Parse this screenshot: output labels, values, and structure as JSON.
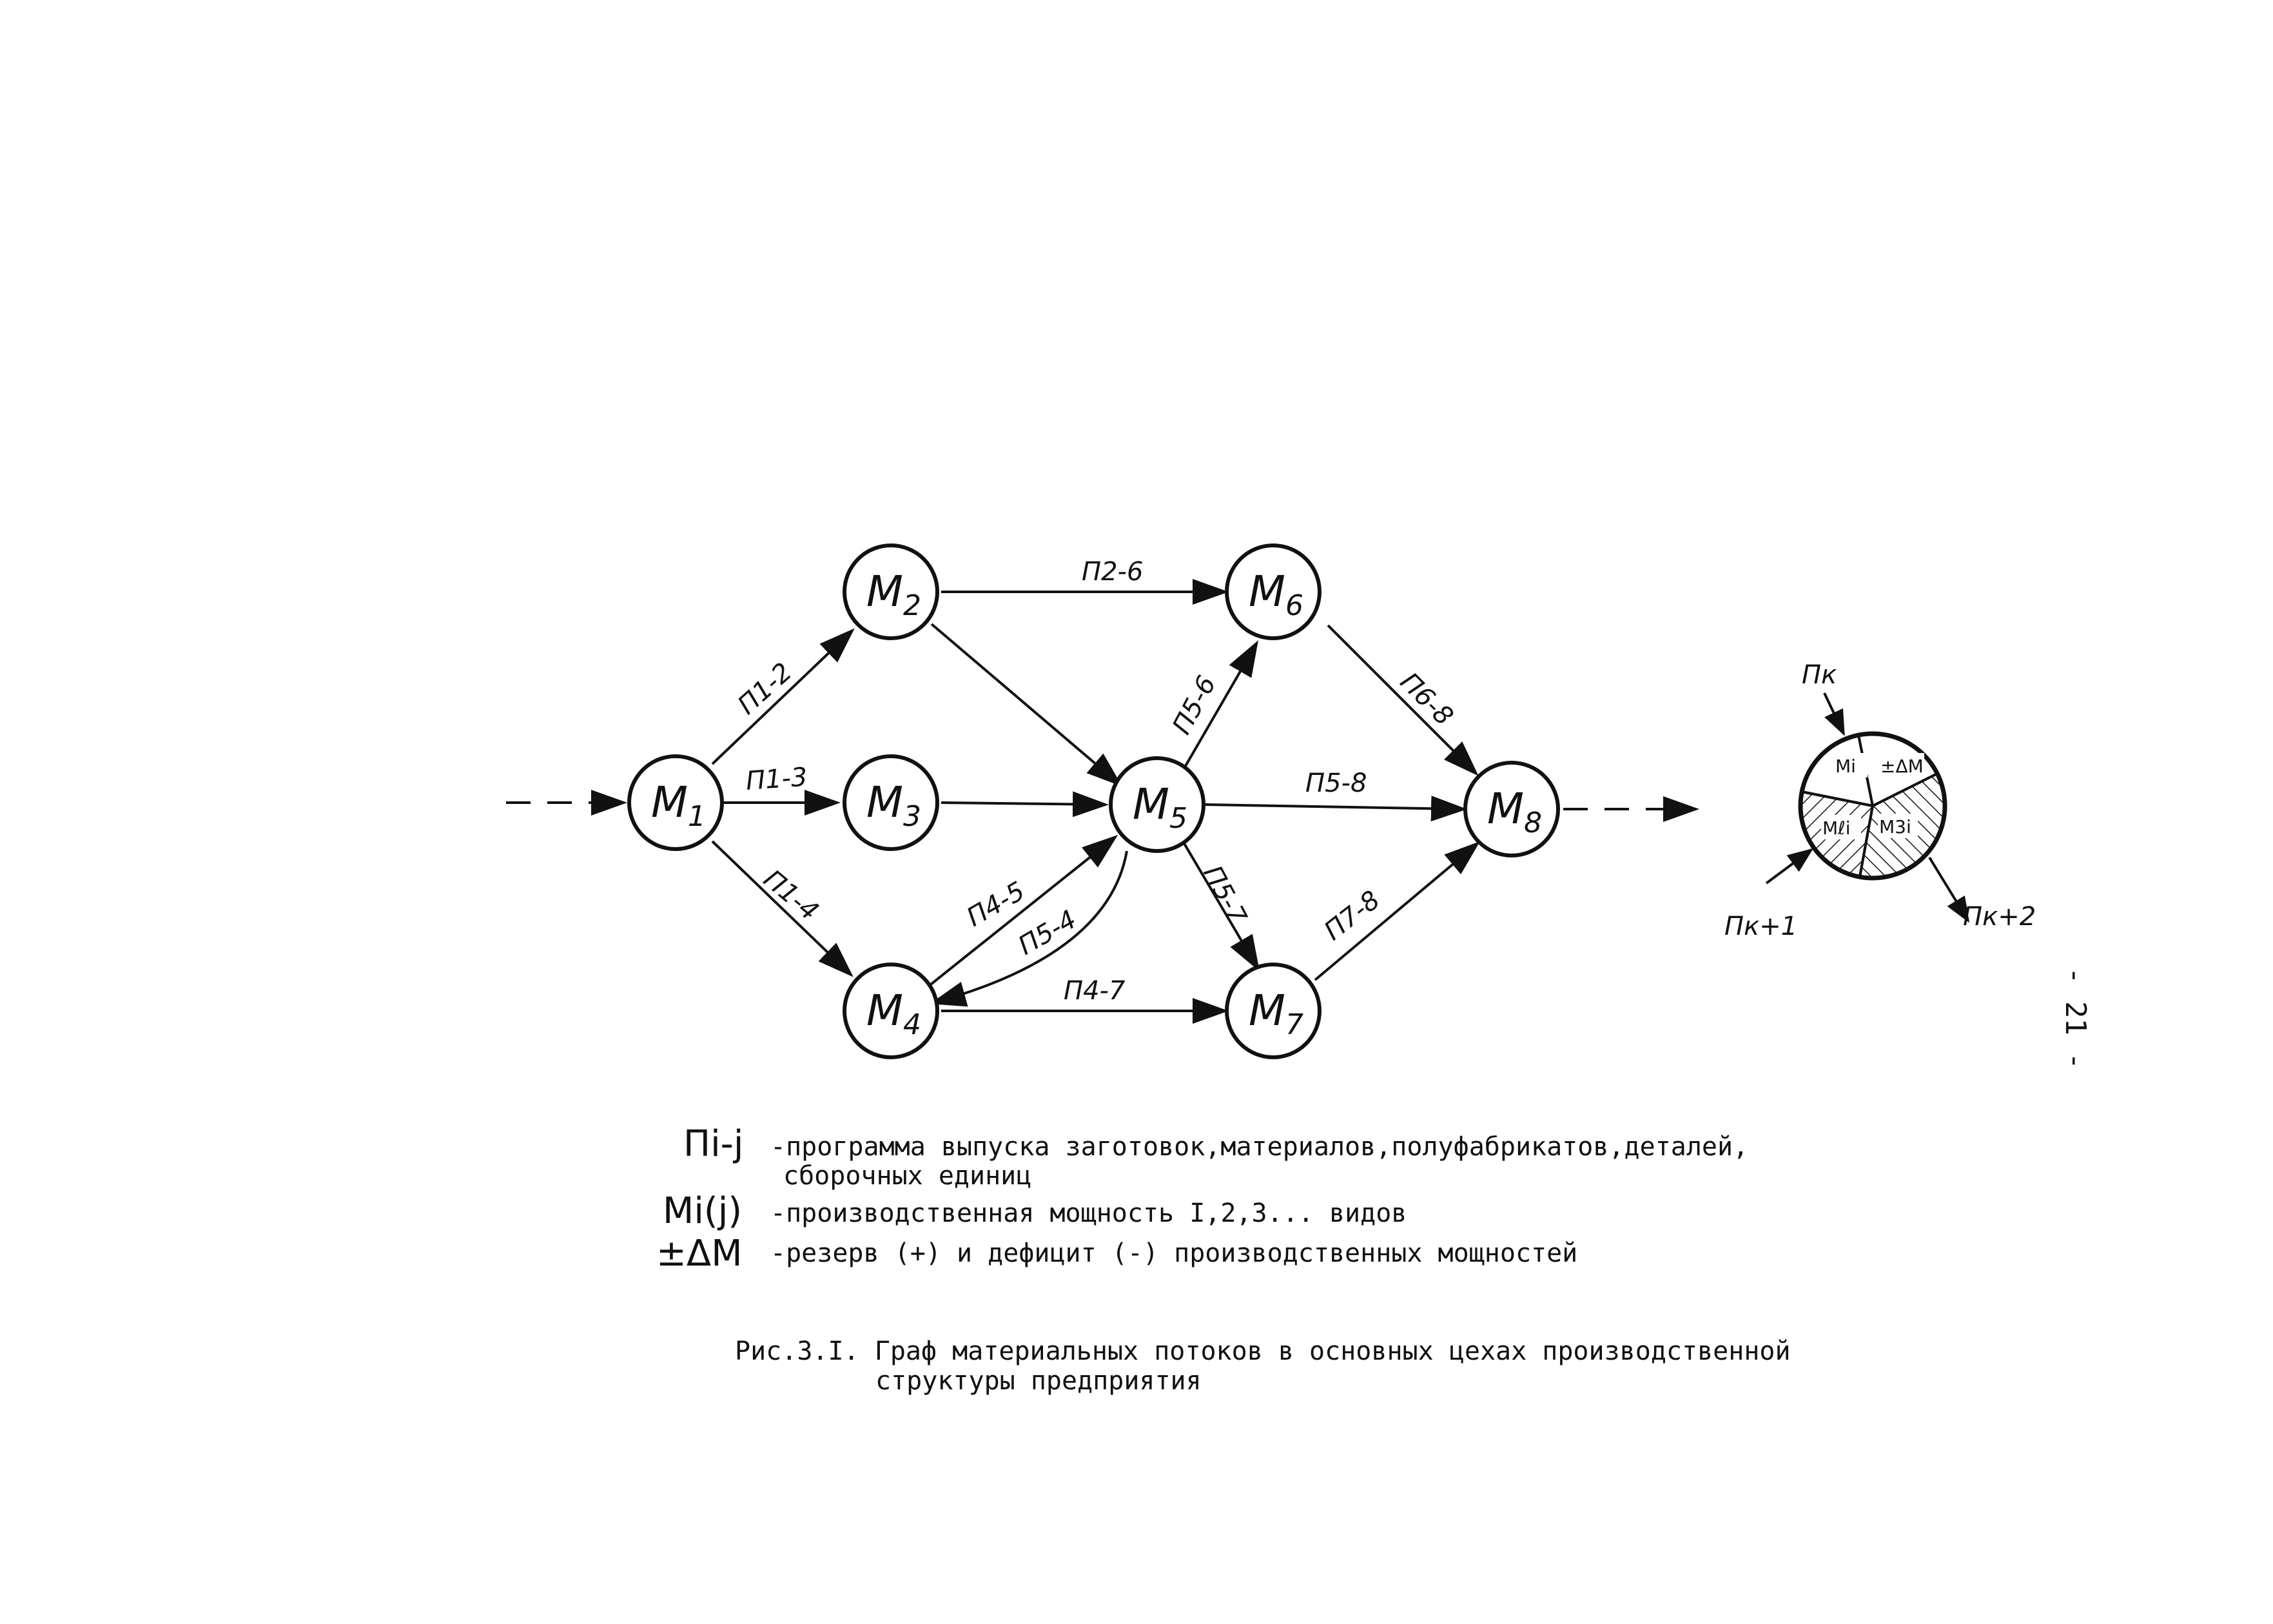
{
  "diagram": {
    "nodes": [
      {
        "id": "m1",
        "label": "M",
        "sub": "1"
      },
      {
        "id": "m2",
        "label": "M",
        "sub": "2"
      },
      {
        "id": "m3",
        "label": "M",
        "sub": "3"
      },
      {
        "id": "m4",
        "label": "M",
        "sub": "4"
      },
      {
        "id": "m5",
        "label": "M",
        "sub": "5"
      },
      {
        "id": "m6",
        "label": "M",
        "sub": "6"
      },
      {
        "id": "m7",
        "label": "M",
        "sub": "7"
      },
      {
        "id": "m8",
        "label": "M",
        "sub": "8"
      }
    ],
    "edges": [
      {
        "from": "m1",
        "to": "m2",
        "label": "П1-2"
      },
      {
        "from": "m1",
        "to": "m3",
        "label": "П1-3"
      },
      {
        "from": "m1",
        "to": "m4",
        "label": "П1-4"
      },
      {
        "from": "m2",
        "to": "m6",
        "label": "П2-6"
      },
      {
        "from": "m2",
        "to": "m5",
        "label": ""
      },
      {
        "from": "m3",
        "to": "m5",
        "label": ""
      },
      {
        "from": "m4",
        "to": "m5",
        "label": "П4-5"
      },
      {
        "from": "m5",
        "to": "m4",
        "label": "П5-4"
      },
      {
        "from": "m4",
        "to": "m7",
        "label": "П4-7"
      },
      {
        "from": "m5",
        "to": "m6",
        "label": "П5-6"
      },
      {
        "from": "m5",
        "to": "m8",
        "label": "П5-8"
      },
      {
        "from": "m5",
        "to": "m7",
        "label": "П5-7"
      },
      {
        "from": "m6",
        "to": "m8",
        "label": "П6-8"
      },
      {
        "from": "m7",
        "to": "m8",
        "label": "П7-8"
      }
    ],
    "inset": {
      "segments": [
        "Mi",
        "±ΔM",
        "Mℓi",
        "M3i"
      ],
      "inputs": [
        "Пк",
        "Пк+1"
      ],
      "output": "Пк+2"
    }
  },
  "legend": [
    {
      "symbol": "Пi-j",
      "text": "-программа выпуска заготовок,материалов,полуфабрикатов,деталей,",
      "cont": "сборочных единиц"
    },
    {
      "symbol": "Mi(j)",
      "text": "-производственная мощность  I,2,3...  видов",
      "cont": ""
    },
    {
      "symbol": "±ΔM",
      "text": "-резерв (+) и дефицит (-) производственных мощностей",
      "cont": ""
    }
  ],
  "caption": {
    "line1": "Рис.3.I. Граф материальных потоков в основных цехах производственной",
    "line2": "структуры предприятия"
  },
  "page_number": "- 21 -"
}
